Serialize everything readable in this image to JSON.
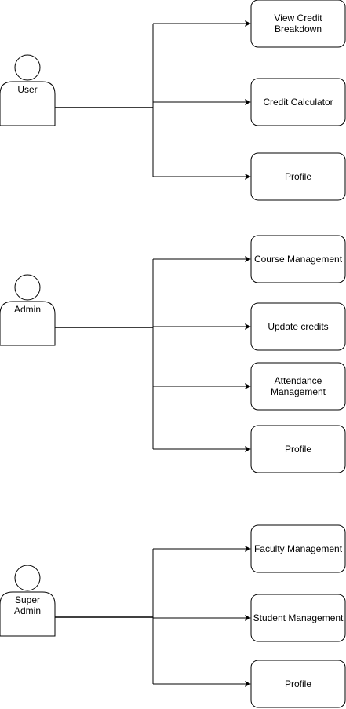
{
  "actors": [
    {
      "label_lines": [
        "User"
      ],
      "targets": [
        {
          "lines": [
            "View Credit",
            "Breakdown"
          ]
        },
        {
          "lines": [
            "Credit Calculator"
          ]
        },
        {
          "lines": [
            "Profile"
          ]
        }
      ]
    },
    {
      "label_lines": [
        "Admin"
      ],
      "targets": [
        {
          "lines": [
            "Course Management"
          ]
        },
        {
          "lines": [
            "Update credits"
          ]
        },
        {
          "lines": [
            "Attendance",
            "Management"
          ]
        },
        {
          "lines": [
            "Profile"
          ]
        }
      ]
    },
    {
      "label_lines": [
        "Super",
        "Admin"
      ],
      "targets": [
        {
          "lines": [
            "Faculty Management"
          ]
        },
        {
          "lines": [
            "Student Management"
          ]
        },
        {
          "lines": [
            "Profile"
          ]
        }
      ]
    }
  ]
}
